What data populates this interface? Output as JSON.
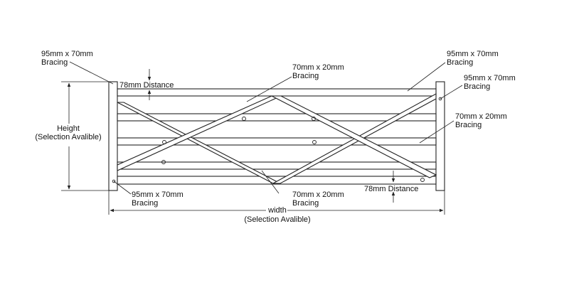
{
  "labels": {
    "top_left_post": [
      "95mm x 70mm",
      "Bracing"
    ],
    "top_distance": "78mm Distance",
    "top_brace": [
      "70mm x 20mm",
      "Bracing"
    ],
    "top_right_rail": [
      "95mm x 70mm",
      "Bracing"
    ],
    "right_post": [
      "95mm x 70mm",
      "Bracing"
    ],
    "right_brace": [
      "70mm x 20mm",
      "Bracing"
    ],
    "height": [
      "Height",
      "(Selection Avalible)"
    ],
    "bottom_left_post": [
      "95mm x 70mm",
      "Bracing"
    ],
    "bottom_brace": [
      "70mm x 20mm",
      "Bracing"
    ],
    "bottom_distance": "78mm Distance",
    "width": [
      "width",
      "(Selection Avalible)"
    ]
  }
}
